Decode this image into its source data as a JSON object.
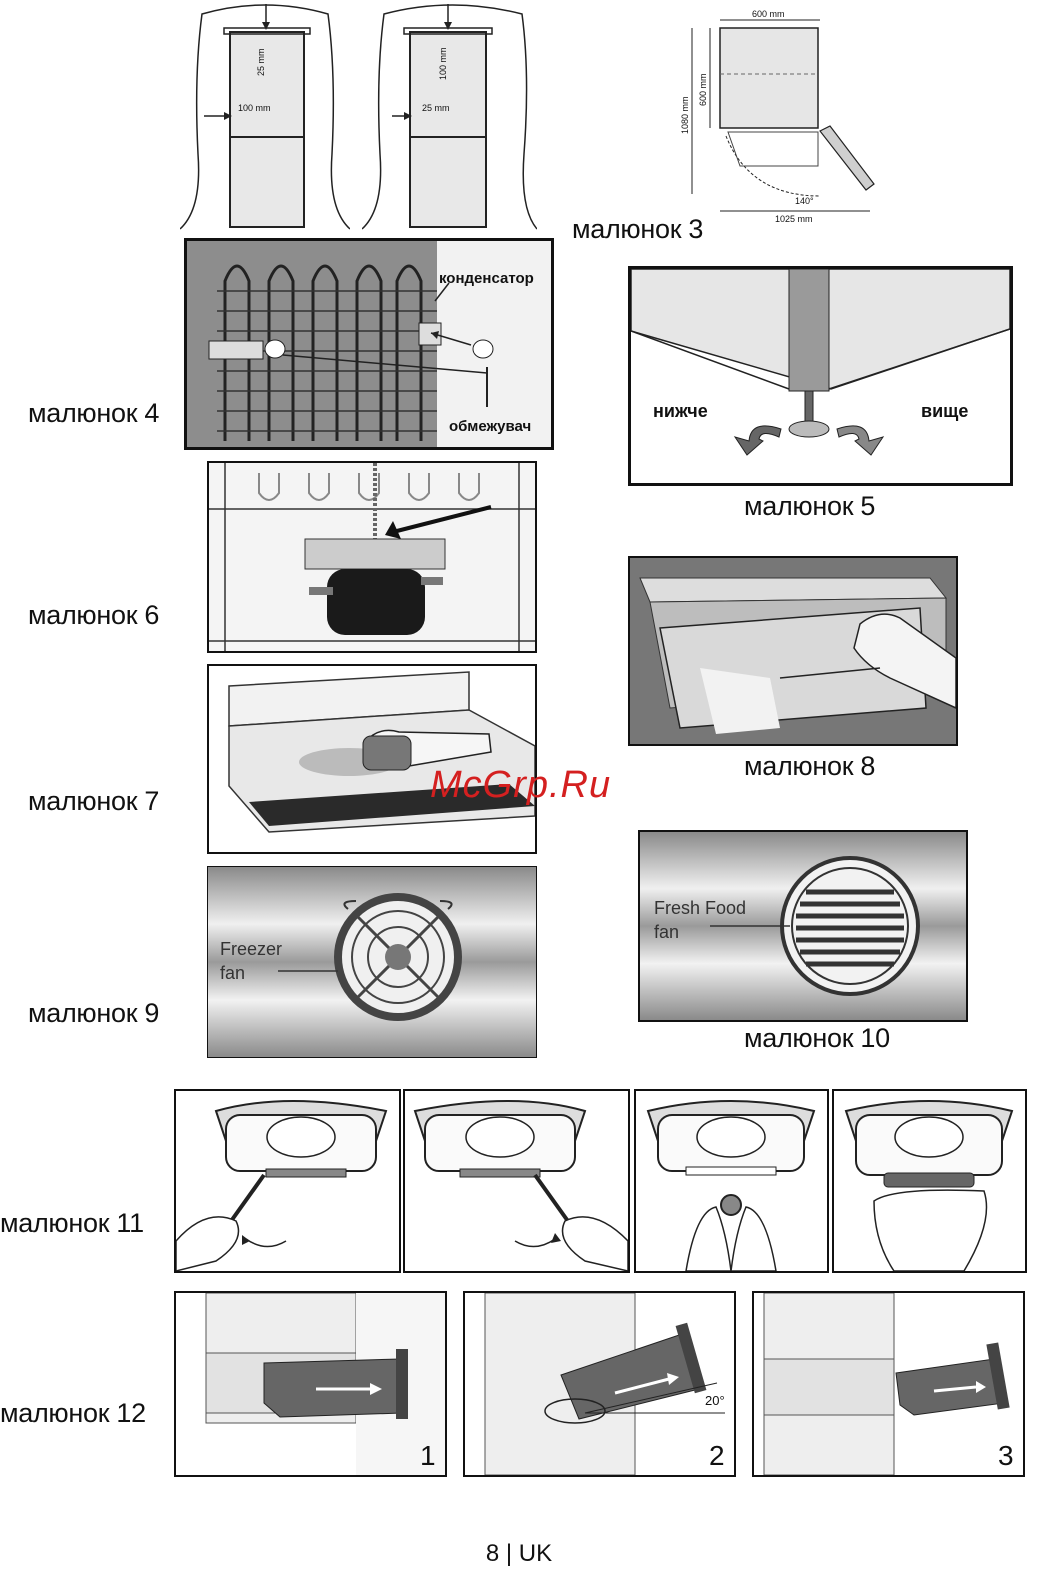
{
  "fig1_2": {
    "left_top": "25 mm",
    "left_side": "100 mm",
    "right_top": "100 mm",
    "right_side": "25 mm"
  },
  "fig3": {
    "caption": "малюнок 3",
    "width_top": "600 mm",
    "depth": "600 mm",
    "total_depth": "1080 mm",
    "angle": "140°",
    "total_width": "1025 mm"
  },
  "fig4": {
    "caption": "малюнок 4",
    "condenser": "конденсатор",
    "limiter": "обмежувач"
  },
  "fig5": {
    "caption": "малюнок 5",
    "lower": "нижче",
    "higher": "вище"
  },
  "fig6": {
    "caption": "малюнок 6"
  },
  "fig7": {
    "caption": "малюнок 7"
  },
  "fig8": {
    "caption": "малюнок 8"
  },
  "fig9": {
    "caption": "малюнок 9",
    "label_line1": "Freezer",
    "label_line2": "fan"
  },
  "fig10": {
    "caption": "малюнок 10",
    "label_line1": "Fresh Food",
    "label_line2": "fan"
  },
  "fig11": {
    "caption": "малюнок 11"
  },
  "fig12": {
    "caption": "малюнок 12",
    "step1": "1",
    "step2": "2",
    "step3": "3",
    "angle": "20°"
  },
  "watermark": "McGrp.Ru",
  "footer": {
    "page": "8",
    "lang": "UK"
  }
}
